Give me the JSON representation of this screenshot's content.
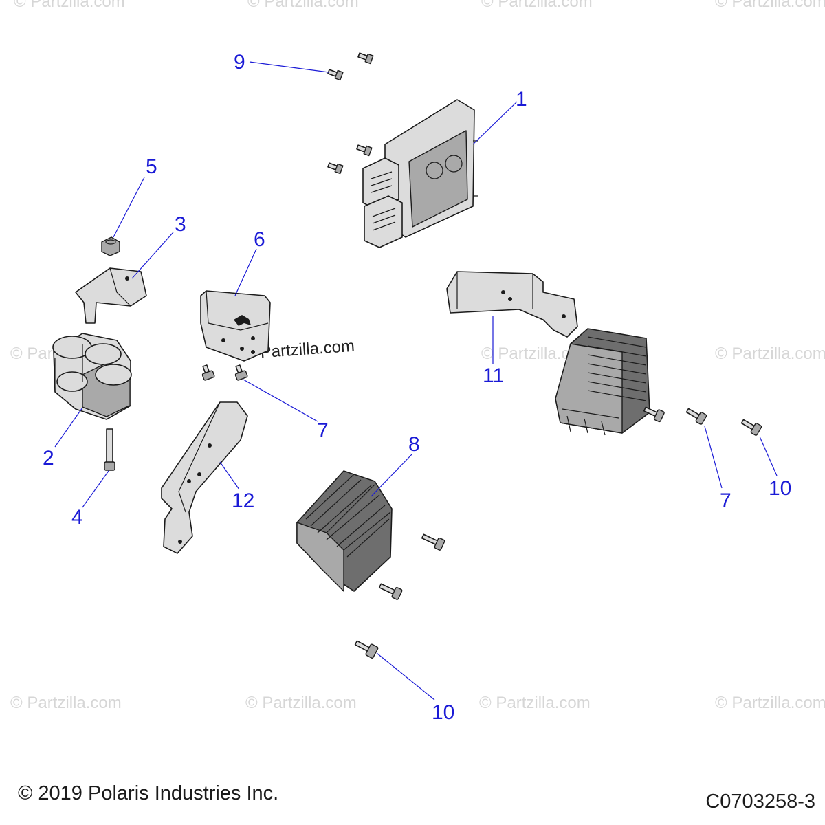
{
  "watermark": "© Partzilla.com",
  "center_watermark": "© Partzilla.com",
  "callouts": [
    "1",
    "2",
    "3",
    "4",
    "5",
    "6",
    "7",
    "7",
    "8",
    "9",
    "10",
    "10",
    "11",
    "12"
  ],
  "footer": {
    "copyright": "© 2019 Polaris Industries Inc.",
    "drawing_number": "C0703258-3"
  },
  "colors": {
    "callout": "#1a1ad6",
    "line": "#1b1b1b"
  }
}
